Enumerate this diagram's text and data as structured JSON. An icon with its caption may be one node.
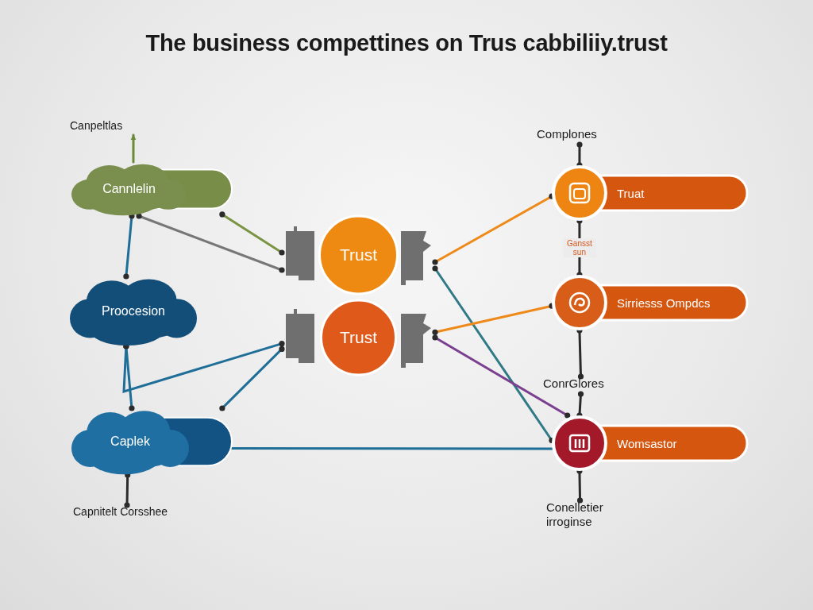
{
  "diagram": {
    "title": "The business compettines on Trus cabbiliiy.trust",
    "nodes": [
      {
        "text": [
          "Canpeltlas"
        ]
      },
      {
        "text": [
          "Cannlelin"
        ]
      },
      {
        "text": [
          "Proocesion"
        ]
      },
      {
        "text": [
          "Caplek"
        ]
      },
      {
        "text": [
          "Capnitelt Corsshee"
        ]
      },
      {
        "text": [
          "Trust"
        ]
      },
      {
        "text": [
          "Trust"
        ]
      },
      {
        "text": [
          "Complones"
        ]
      },
      {
        "text": [
          "Truat"
        ]
      },
      {
        "text": [
          "Sirriesss Ompdcs"
        ]
      },
      {
        "text": [
          "ConrGlores"
        ]
      },
      {
        "text": [
          "Womsastor"
        ]
      },
      {
        "text": [
          "Conelletier irroginse"
        ]
      }
    ],
    "edges": [
      {
        "from": 1,
        "to": 0,
        "arrow": "to",
        "color": "#6b8a3a"
      },
      {
        "from": 1,
        "to": 2,
        "arrow": "other",
        "color": "#1f6e97"
      },
      {
        "from": 1,
        "to": 5,
        "arrow": "other",
        "color": "#777777"
      },
      {
        "from": 1,
        "to": 5,
        "arrow": "other",
        "color": "#7a9444"
      },
      {
        "from": 2,
        "to": 3,
        "arrow": "other",
        "color": "#1f6e97"
      },
      {
        "from": 2,
        "to": 6,
        "arrow": "other",
        "color": "#1f6e97"
      },
      {
        "from": 3,
        "to": 6,
        "arrow": "other",
        "color": "#1f6e97"
      },
      {
        "from": 3,
        "to": 11,
        "arrow": "none",
        "color": "#1f6e97"
      },
      {
        "from": 3,
        "to": 4,
        "arrow": "other"
      },
      {
        "from": 5,
        "to": 8,
        "arrow": "other",
        "color": "#ee8a1a"
      },
      {
        "from": 5,
        "to": 11,
        "arrow": "other",
        "color": "#2f7a86"
      },
      {
        "from": 6,
        "to": 9,
        "arrow": "other",
        "color": "#ee8a1a"
      },
      {
        "from": 6,
        "to": 11,
        "arrow": "other",
        "color": "#7a3f8e"
      },
      {
        "from": 7,
        "to": 8,
        "arrow": "other"
      },
      {
        "from": 8,
        "to": 9,
        "arrow": "other",
        "label": "Gansst sun"
      },
      {
        "from": 9,
        "to": 10,
        "arrow": "other"
      },
      {
        "from": 10,
        "to": 11,
        "arrow": "other"
      },
      {
        "from": 11,
        "to": 12,
        "arrow": "other"
      }
    ]
  }
}
